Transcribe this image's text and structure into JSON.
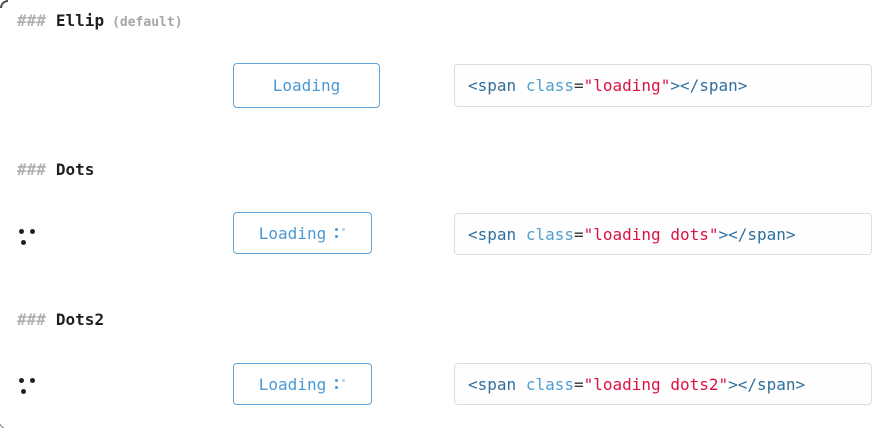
{
  "colors": {
    "code_tag": "#2f6f9f",
    "code_attr_name": "#4f9fcf",
    "code_string": "#dd1144",
    "button_blue": "#4a99d3",
    "button_border": "#5da5da",
    "demo_dot": "#1e2227",
    "heading_hashes": "#b0b0b0"
  },
  "sections": [
    {
      "heading": {
        "hashes": "###",
        "title": "Ellip",
        "suffix": "(default)"
      },
      "button": {
        "label": "Loading"
      },
      "code": {
        "tag_open": "<span",
        "space": " ",
        "attr_name": "class",
        "equals": "=",
        "attr_value": "\"loading\"",
        "tag_close": "></span>"
      }
    },
    {
      "heading": {
        "hashes": "###",
        "title": "Dots"
      },
      "button": {
        "label": "Loading"
      },
      "code": {
        "tag_open": "<span",
        "space": " ",
        "attr_name": "class",
        "equals": "=",
        "attr_value": "\"loading dots\"",
        "tag_close": "></span>"
      }
    },
    {
      "heading": {
        "hashes": "###",
        "title": "Dots2"
      },
      "button": {
        "label": "Loading"
      },
      "code": {
        "tag_open": "<span",
        "space": " ",
        "attr_name": "class",
        "equals": "=",
        "attr_value": "\"loading dots2\"",
        "tag_close": "></span>"
      }
    }
  ]
}
